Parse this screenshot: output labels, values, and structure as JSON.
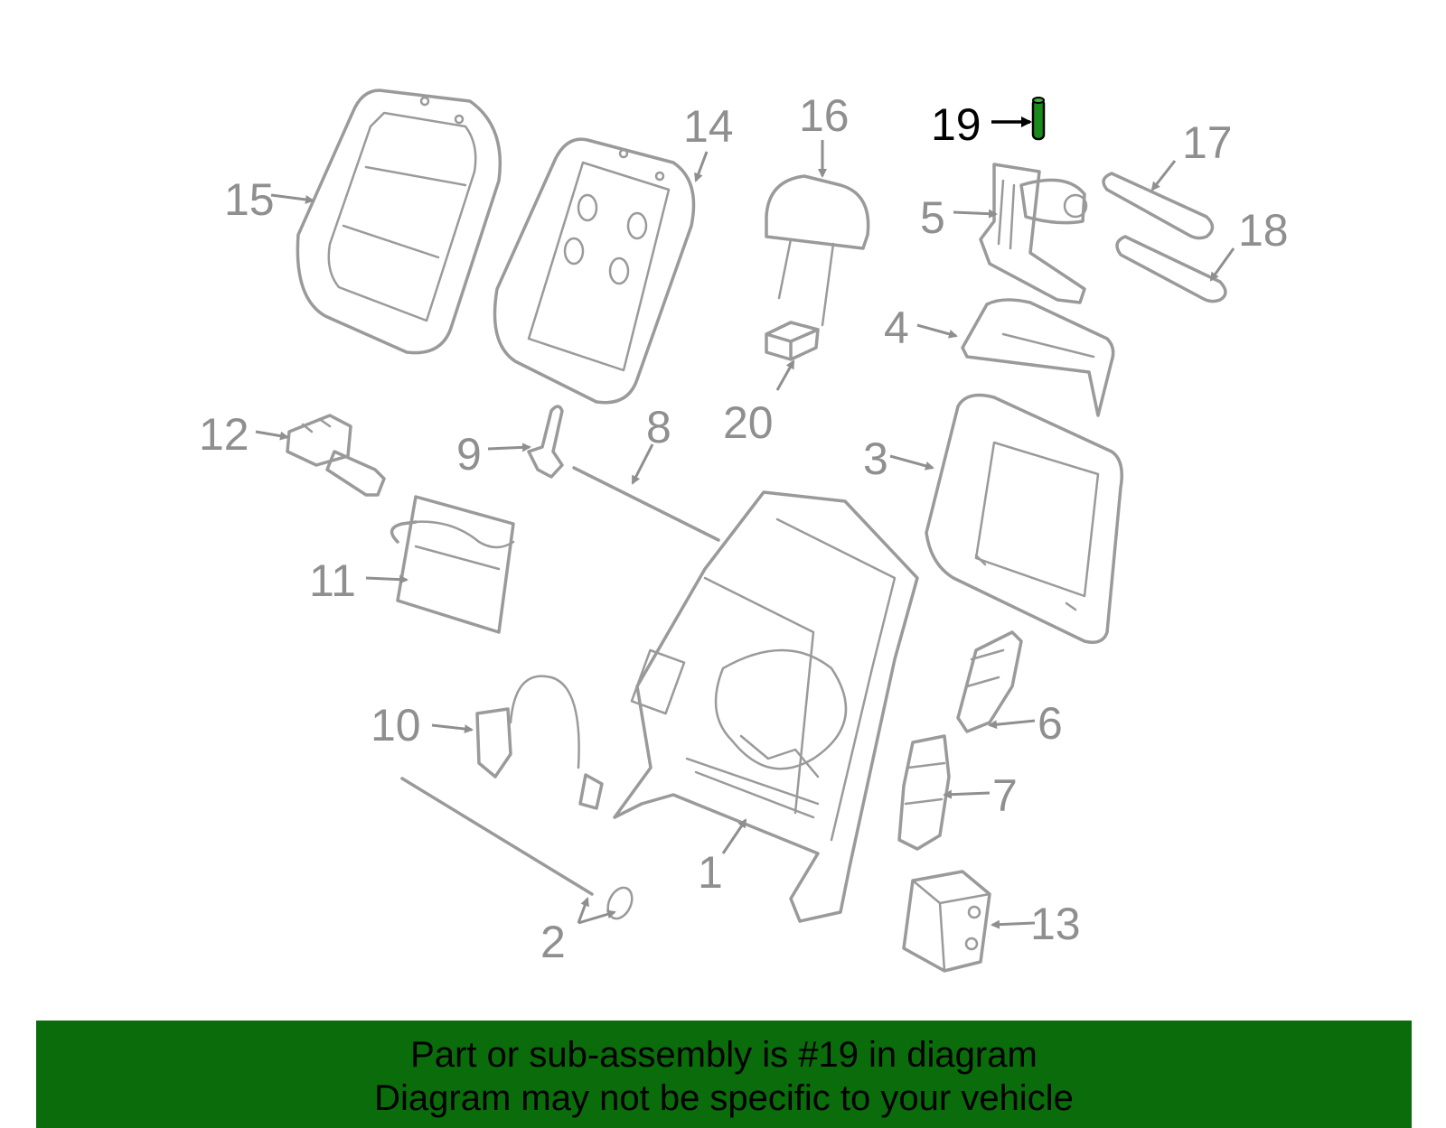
{
  "diagram": {
    "highlighted_part": "19",
    "highlight_color": "#1a8a1a",
    "callouts": [
      "1",
      "2",
      "3",
      "4",
      "5",
      "6",
      "7",
      "8",
      "9",
      "10",
      "11",
      "12",
      "13",
      "14",
      "15",
      "16",
      "17",
      "18",
      "19",
      "20"
    ]
  },
  "banner": {
    "line1": "Part or sub-assembly is #19 in diagram",
    "line2": "Diagram may not be specific to your vehicle",
    "background": "#0b6c0b"
  }
}
